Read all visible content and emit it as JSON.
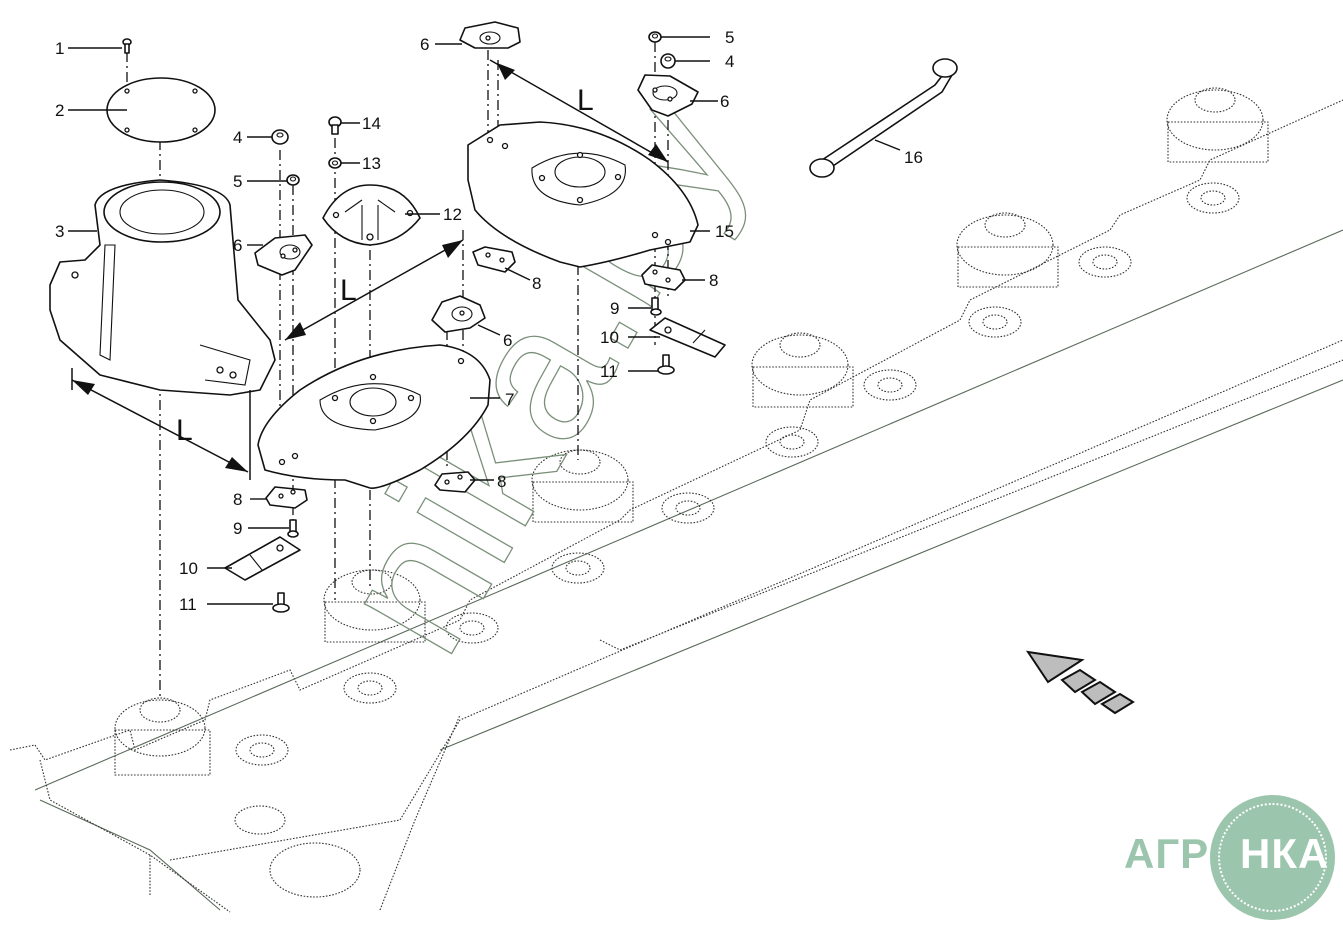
{
  "diagram": {
    "title": "Cutter disc assembly exploded view",
    "dimension_label": "L",
    "watermark": "nika.by",
    "callouts": [
      {
        "id": "c1",
        "label": "1",
        "part": "bolt"
      },
      {
        "id": "c2",
        "label": "2",
        "part": "cover-plate"
      },
      {
        "id": "c3",
        "label": "3",
        "part": "drum"
      },
      {
        "id": "c4a",
        "label": "4",
        "part": "lock-nut"
      },
      {
        "id": "c5a",
        "label": "5",
        "part": "lock-nut-small"
      },
      {
        "id": "c6a",
        "label": "6",
        "part": "skid"
      },
      {
        "id": "c12",
        "label": "12",
        "part": "cap"
      },
      {
        "id": "c13",
        "label": "13",
        "part": "washer"
      },
      {
        "id": "c14",
        "label": "14",
        "part": "bolt"
      },
      {
        "id": "c6b",
        "label": "6",
        "part": "skid"
      },
      {
        "id": "c5b",
        "label": "5",
        "part": "lock-nut-small"
      },
      {
        "id": "c4b",
        "label": "4",
        "part": "lock-nut"
      },
      {
        "id": "c6c",
        "label": "6",
        "part": "skid"
      },
      {
        "id": "c15",
        "label": "15",
        "part": "cutter-disc"
      },
      {
        "id": "c8a",
        "label": "8",
        "part": "blade-holder-plate"
      },
      {
        "id": "c8b",
        "label": "8",
        "part": "blade-holder-plate"
      },
      {
        "id": "c9a",
        "label": "9",
        "part": "bolt-short"
      },
      {
        "id": "c10a",
        "label": "10",
        "part": "blade"
      },
      {
        "id": "c11a",
        "label": "11",
        "part": "blade-bolt"
      },
      {
        "id": "c6d",
        "label": "6",
        "part": "skid"
      },
      {
        "id": "c7",
        "label": "7",
        "part": "cutter-disc"
      },
      {
        "id": "c8c",
        "label": "8",
        "part": "blade-holder-plate"
      },
      {
        "id": "c8d",
        "label": "8",
        "part": "blade-holder-plate"
      },
      {
        "id": "c9b",
        "label": "9",
        "part": "bolt-short"
      },
      {
        "id": "c10b",
        "label": "10",
        "part": "blade"
      },
      {
        "id": "c11b",
        "label": "11",
        "part": "blade-bolt"
      },
      {
        "id": "c16",
        "label": "16",
        "part": "wrench"
      }
    ]
  },
  "logo": {
    "text_left": "АГРО",
    "text_right": "НКА",
    "color": "#9cc5ad"
  }
}
